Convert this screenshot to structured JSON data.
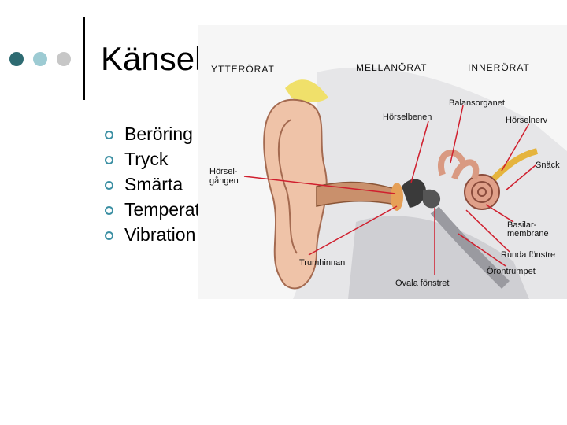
{
  "slide": {
    "title": "Känsel",
    "bullets": [
      "Beröring",
      "Tryck",
      "Smärta",
      "Temperatur",
      "Vibration"
    ],
    "dot_colors": [
      "#2e6b72",
      "#9dcbd3",
      "#c7c7c7"
    ],
    "bullet_color": "#3b8fa3"
  },
  "figure": {
    "headers": {
      "outer": "YTTERÖRAT",
      "middle": "MELLANÖRAT",
      "inner": "INNERÖRAT"
    },
    "labels": {
      "balansorganet": "Balansorganet",
      "horselbenen": "Hörselbenen",
      "horselnerv": "Hörselnerv",
      "horselgangen_1": "Hörsel-",
      "horselgangen_2": "gången",
      "snacka": "Snäck",
      "basilar_1": "Basilar-",
      "basilar_2": "membrane",
      "runda_fonstret": "Runda fönstre",
      "trumhinnan": "Trumhinnan",
      "orontrumpet": "Örontrumpet",
      "ovala_fonstret": "Ovala fönstret"
    },
    "pointer_color": "#d01f2e"
  }
}
